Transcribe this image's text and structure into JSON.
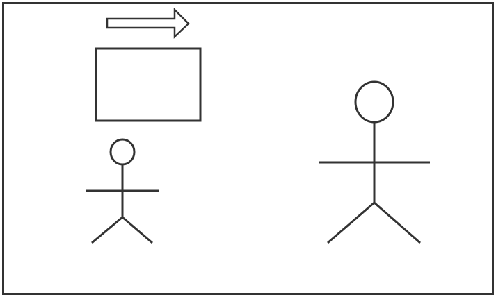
{
  "diagram": {
    "stroke_color": "#333333",
    "background": "#ffffff",
    "elements": [
      {
        "kind": "frame"
      },
      {
        "kind": "arrow",
        "direction": "right"
      },
      {
        "kind": "rectangle"
      },
      {
        "kind": "stick-figure",
        "size": "small"
      },
      {
        "kind": "stick-figure",
        "size": "large"
      }
    ]
  }
}
